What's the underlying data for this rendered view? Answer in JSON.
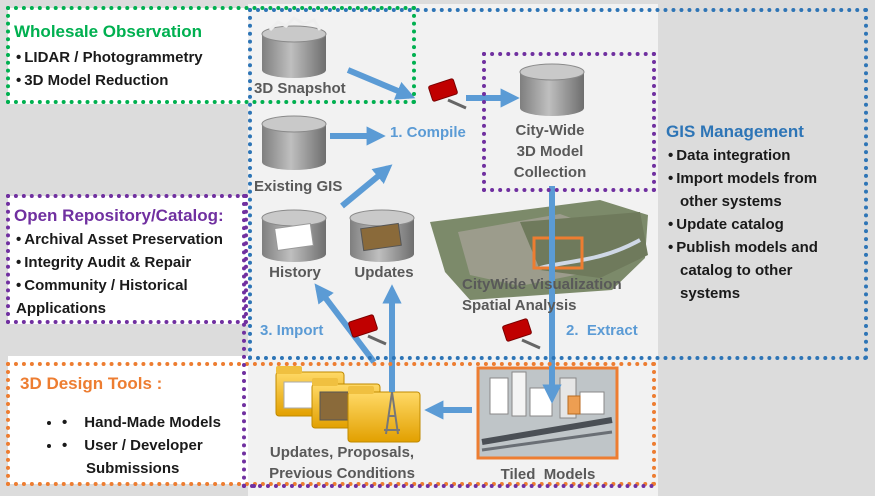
{
  "panels": {
    "wholesale": {
      "title": "Wholesale Observation",
      "items": [
        "LIDAR / Photogrammetry",
        "3D Model Reduction"
      ],
      "color": "#00b050"
    },
    "gis_management": {
      "title": "GIS Management",
      "items": [
        "Data integration",
        "Import models from other systems",
        "Update catalog",
        "Publish models and catalog to other systems"
      ],
      "color": "#2e75b6"
    },
    "repository": {
      "title": "Open Repository/Catalog:",
      "items": [
        "Archival Asset Preservation",
        "Integrity Audit & Repair",
        "Community / Historical Applications"
      ],
      "color": "#7030a0"
    },
    "design_tools": {
      "title": "3D Design Tools :",
      "items": [
        "Hand-Made Models",
        "User / Developer Submissions"
      ],
      "color": "#ed7d31"
    }
  },
  "nodes": {
    "snapshot": "3D Snapshot",
    "existing_gis": "Existing GIS",
    "citywide_collection": "City-Wide 3D Model Collection",
    "history": "History",
    "updates": "Updates",
    "visualization": "CityWide Visualization Spatial Analysis",
    "folders": "Updates, Proposals, Previous Conditions",
    "tiled": "Tiled  Models"
  },
  "steps": {
    "compile": "1. Compile",
    "extract": "2.  Extract",
    "import": "3. Import"
  },
  "colors": {
    "arrow": "#5b9bd5",
    "center_panel": "#f2f2f2",
    "background": "#dcdcdc",
    "label_gray": "#595959",
    "toolbox": "#c00000"
  }
}
